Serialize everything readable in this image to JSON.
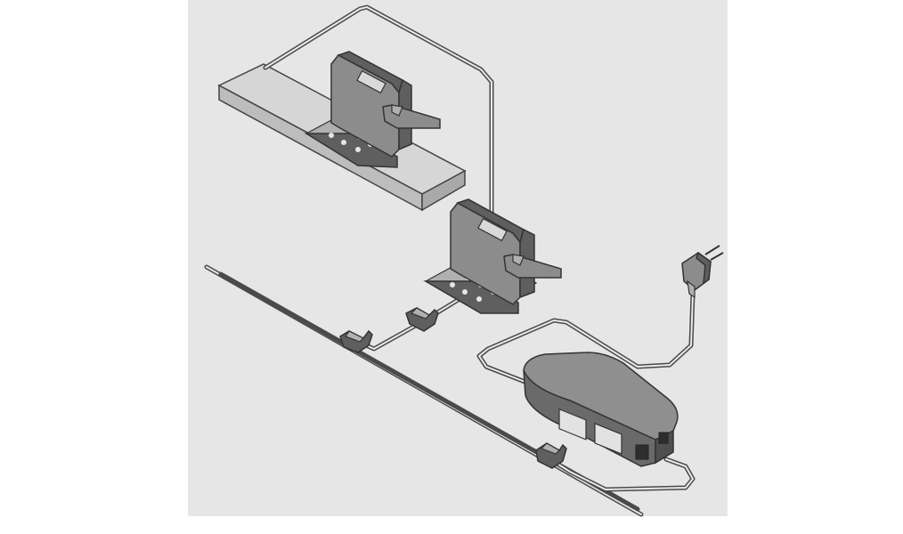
{
  "diagram": {
    "background_color": "#e6e6e6",
    "line_color": "#4a4a4a",
    "component_fill": "#8c8c8c",
    "component_dark": "#5f5f5f",
    "board_fill": "#d4d4d4",
    "components": [
      "shelf-board",
      "drive-unit",
      "drive-unit",
      "cable-connector",
      "cable-connector",
      "cable-connector",
      "transformer-box",
      "mains-plug"
    ]
  }
}
